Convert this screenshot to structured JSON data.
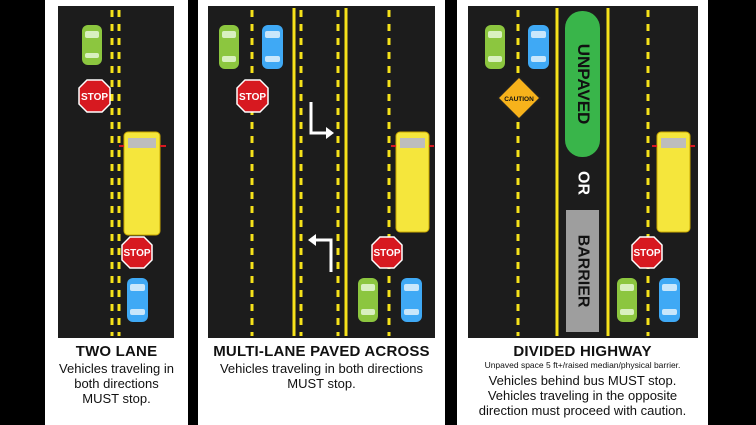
{
  "panels": [
    {
      "title": "TWO LANE",
      "lines": [
        "Vehicles traveling in",
        "both directions",
        "MUST stop."
      ],
      "signs": [
        "STOP",
        "STOP"
      ]
    },
    {
      "title": "MULTI-LANE PAVED ACROSS",
      "lines": [
        "Vehicles traveling in both directions",
        "MUST stop."
      ],
      "signs": [
        "STOP",
        "STOP"
      ]
    },
    {
      "title": "DIVIDED HIGHWAY",
      "note": "Unpaved space 5 ft+/raised median/physical barrier.",
      "lines": [
        "Vehicles behind bus MUST stop.",
        "Vehicles traveling in the opposite",
        "direction must proceed with caution."
      ],
      "signs": [
        "CAUTION",
        "STOP"
      ],
      "median": {
        "unpaved": "UNPAVED",
        "or": "OR",
        "barrier": "BARRIER"
      }
    }
  ],
  "colors": {
    "road": "#1c1c1c",
    "line": "#f6e21a",
    "stop": "#d71920",
    "green_car": "#8cc63f",
    "blue_car": "#3fa9f5",
    "bus": "#f5e63c",
    "median": "#39b54a",
    "barrier": "#9e9e9e"
  }
}
